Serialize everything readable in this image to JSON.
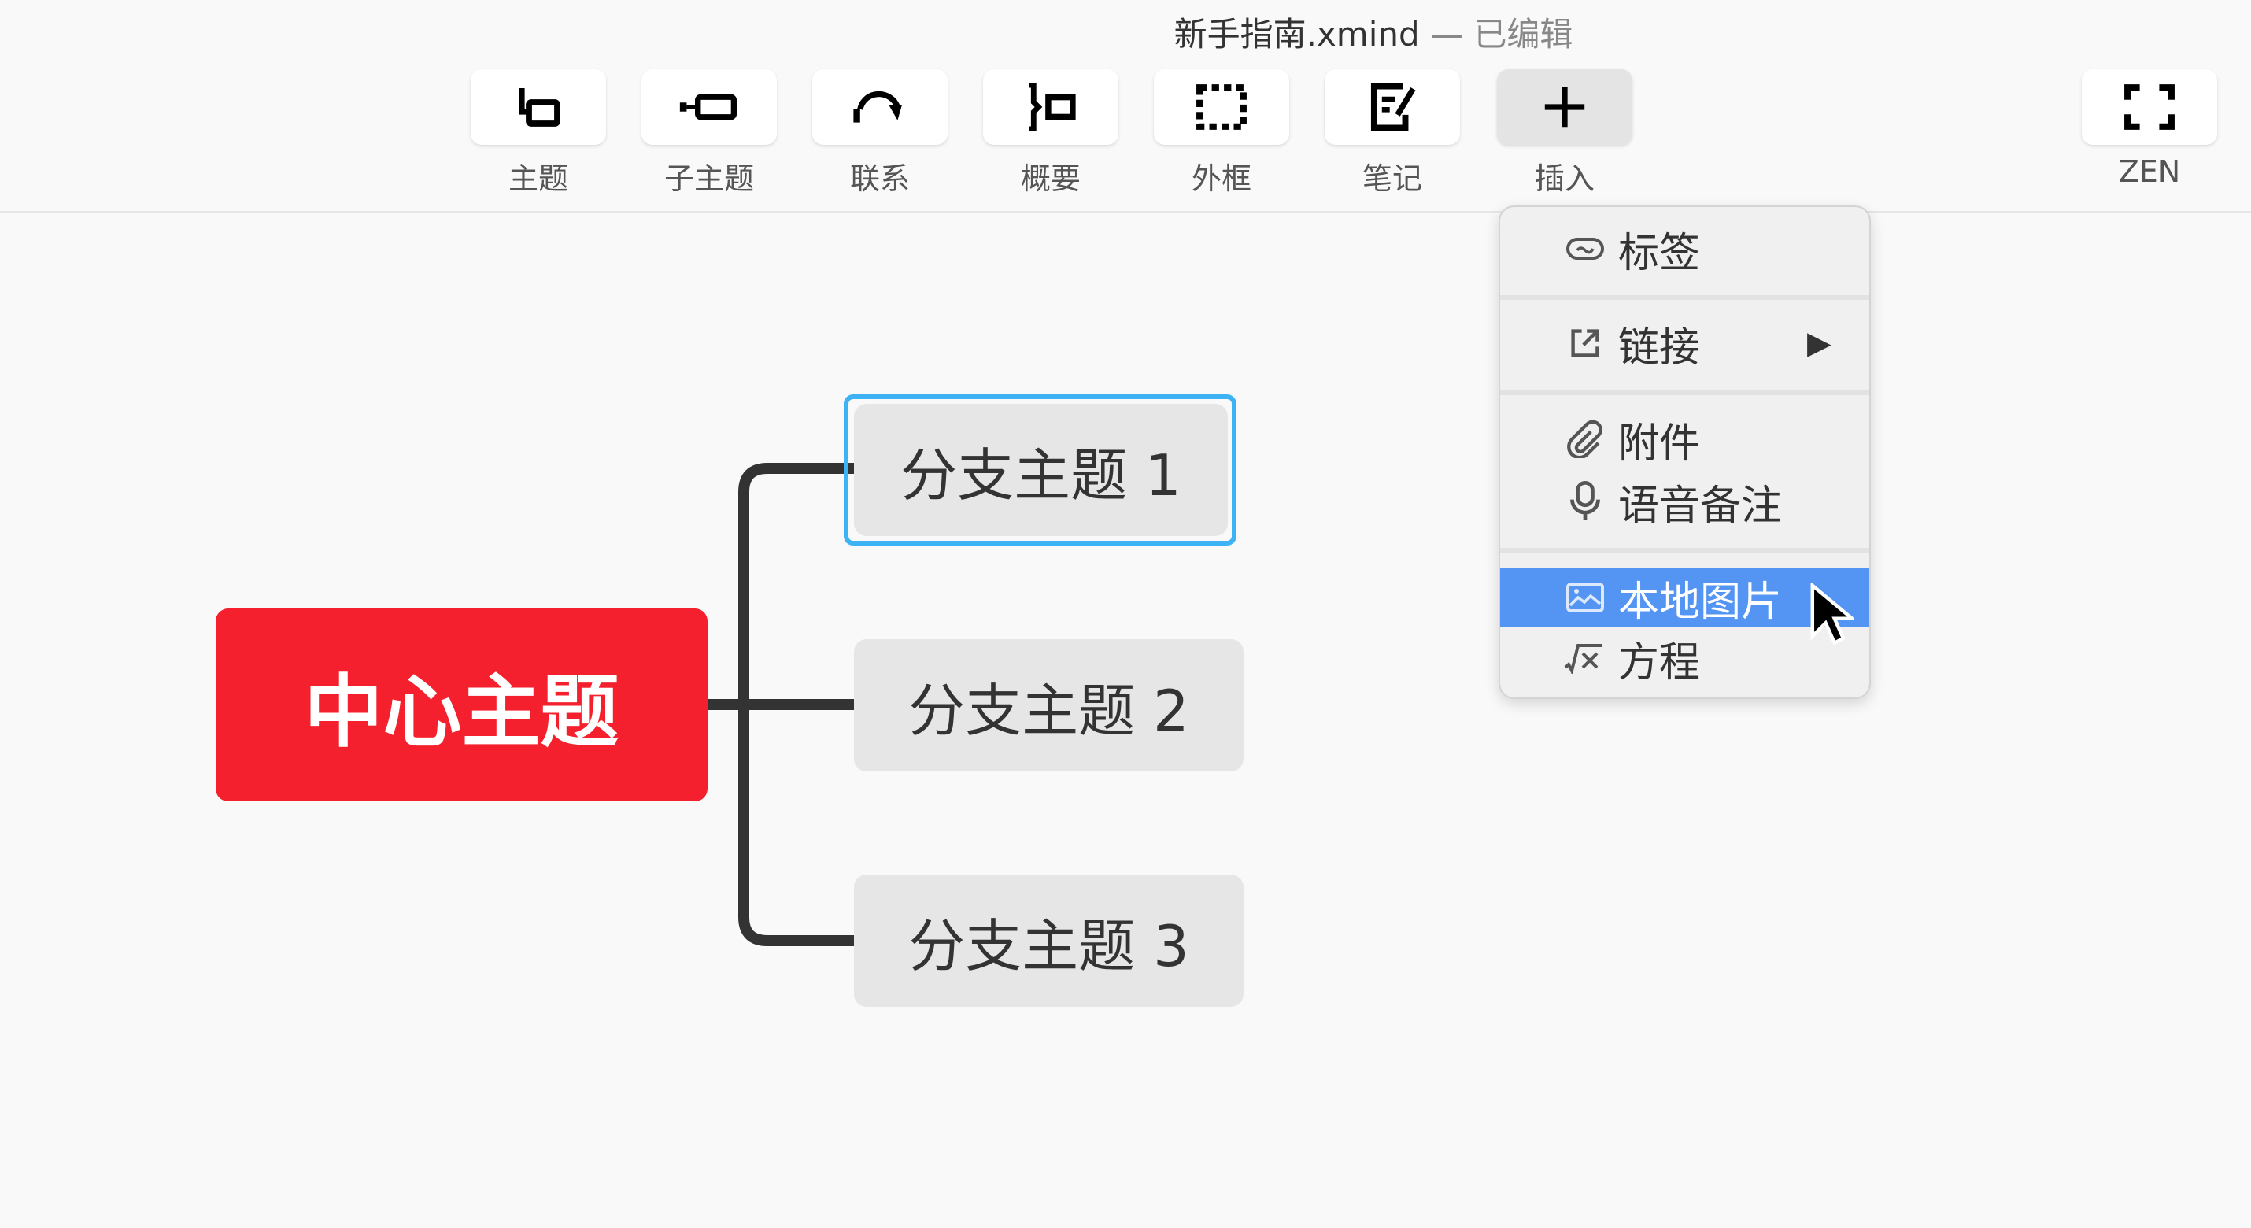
{
  "window": {
    "filename": "新手指南.xmind",
    "status": "— 已编辑"
  },
  "toolbar": {
    "items": [
      {
        "label": "主题",
        "icon": "topic-icon"
      },
      {
        "label": "子主题",
        "icon": "subtopic-icon"
      },
      {
        "label": "联系",
        "icon": "relationship-icon"
      },
      {
        "label": "概要",
        "icon": "summary-icon"
      },
      {
        "label": "外框",
        "icon": "boundary-icon"
      },
      {
        "label": "笔记",
        "icon": "note-icon"
      },
      {
        "label": "插入",
        "icon": "plus-icon"
      }
    ],
    "zen": "ZEN"
  },
  "map": {
    "central": "中心主题",
    "branches": [
      "分支主题 1",
      "分支主题 2",
      "分支主题 3"
    ],
    "colors": {
      "central": "#f5202e",
      "selection": "#3db3f5",
      "branch": "#e6e6e6"
    }
  },
  "insert_menu": {
    "items": [
      {
        "label": "标签",
        "icon": "label-icon"
      },
      {
        "label": "链接",
        "icon": "link-icon",
        "submenu": true
      },
      {
        "label": "附件",
        "icon": "attachment-icon"
      },
      {
        "label": "语音备注",
        "icon": "microphone-icon"
      },
      {
        "label": "本地图片",
        "icon": "image-icon",
        "highlighted": true
      },
      {
        "label": "方程",
        "icon": "equation-icon"
      }
    ],
    "highlight_color": "#5494f2"
  }
}
